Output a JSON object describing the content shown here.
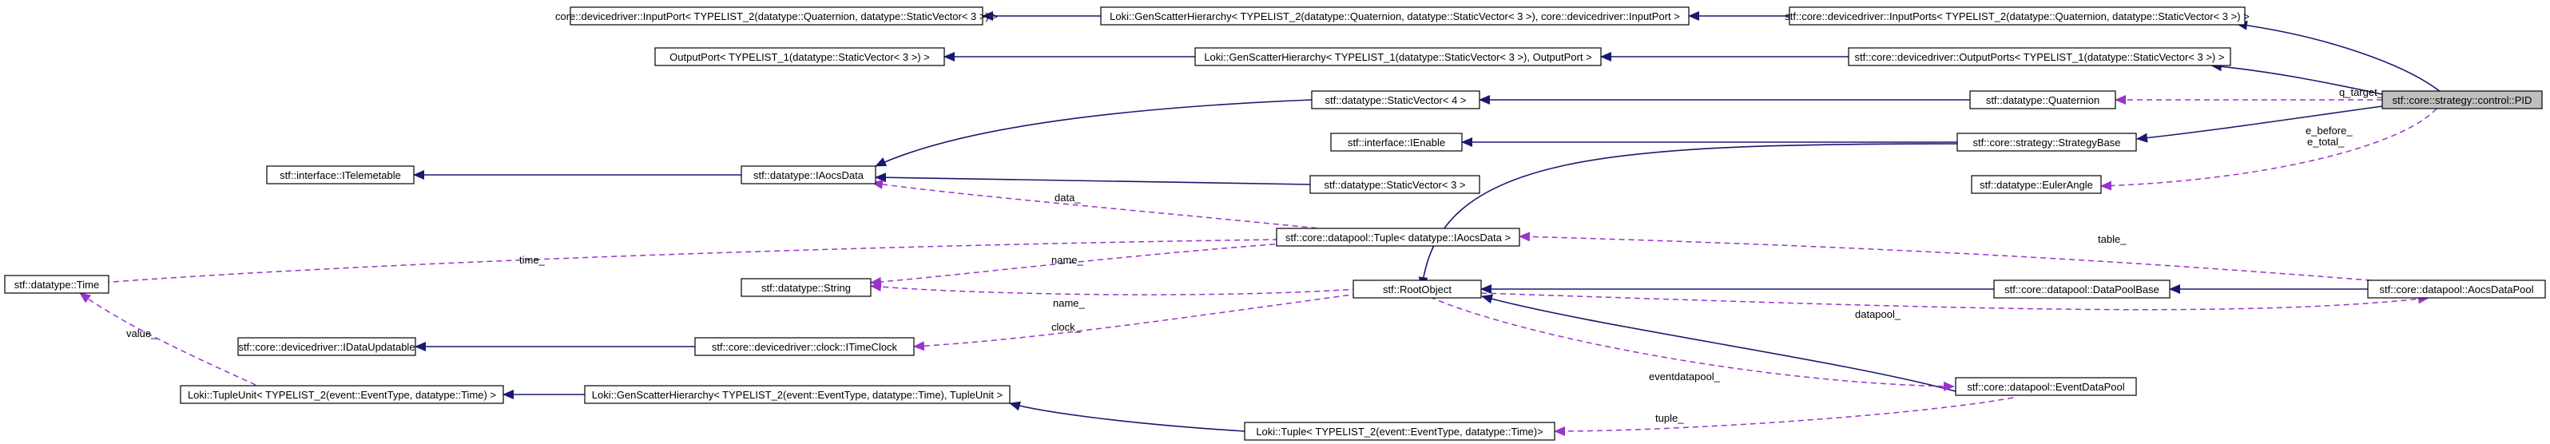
{
  "diagram": {
    "nodes": {
      "input_port": "core::devicedriver::InputPort< TYPELIST_2(datatype::Quaternion, datatype::StaticVector< 3 >) >",
      "gsh_input": "Loki::GenScatterHierarchy< TYPELIST_2(datatype::Quaternion, datatype::StaticVector< 3 >), core::devicedriver::InputPort >",
      "input_ports": "stf::core::devicedriver::InputPorts< TYPELIST_2(datatype::Quaternion, datatype::StaticVector< 3 >) >",
      "output_port": "OutputPort< TYPELIST_1(datatype::StaticVector< 3 >) >",
      "gsh_output": "Loki::GenScatterHierarchy< TYPELIST_1(datatype::StaticVector< 3 >), OutputPort >",
      "output_ports": "stf::core::devicedriver::OutputPorts< TYPELIST_1(datatype::StaticVector< 3 >) >",
      "pid": "stf::core::strategy::control::PID",
      "static_vector4": "stf::datatype::StaticVector< 4 >",
      "quaternion": "stf::datatype::Quaternion",
      "ienable": "stf::interface::IEnable",
      "strategy_base": "stf::core::strategy::StrategyBase",
      "itelemetable": "stf::interface::ITelemetable",
      "iaocs_data": "stf::datatype::IAocsData",
      "static_vector3": "stf::datatype::StaticVector< 3 >",
      "euler_angle": "stf::datatype::EulerAngle",
      "time": "stf::datatype::Time",
      "tuple_iaocs": "stf::core::datapool::Tuple< datatype::IAocsData >",
      "string": "stf::datatype::String",
      "data_pool_base": "stf::core::datapool::DataPoolBase",
      "aocs_data_pool": "stf::core::datapool::AocsDataPool",
      "idata_updatable": "stf::core::devicedriver::IDataUpdatable",
      "itime_clock": "stf::core::devicedriver::clock::ITimeClock",
      "root_object": "stf::RootObject",
      "tuple_unit": "Loki::TupleUnit< TYPELIST_2(event::EventType, datatype::Time) >",
      "gsh_tuple": "Loki::GenScatterHierarchy< TYPELIST_2(event::EventType, datatype::Time), TupleUnit >",
      "event_data_pool": "stf::core::datapool::EventDataPool",
      "loki_tuple": "Loki::Tuple< TYPELIST_2(event::EventType, datatype::Time)>"
    },
    "edge_labels": {
      "q_target": "q_target_",
      "e_before": "e_before_",
      "e_total": "e_total_",
      "data": "data_",
      "time": "time_",
      "name_tuple": "name_",
      "table": "table_",
      "name_root": "name_",
      "clock": "clock_",
      "datapool": "datapool_",
      "value": "value_",
      "eventdatapool": "eventdatapool_",
      "tuple": "tuple_"
    },
    "colors": {
      "inheritance_edge": "#191970",
      "member_edge": "#9a32cd",
      "focus_node_fill": "#bfbfbf"
    }
  }
}
